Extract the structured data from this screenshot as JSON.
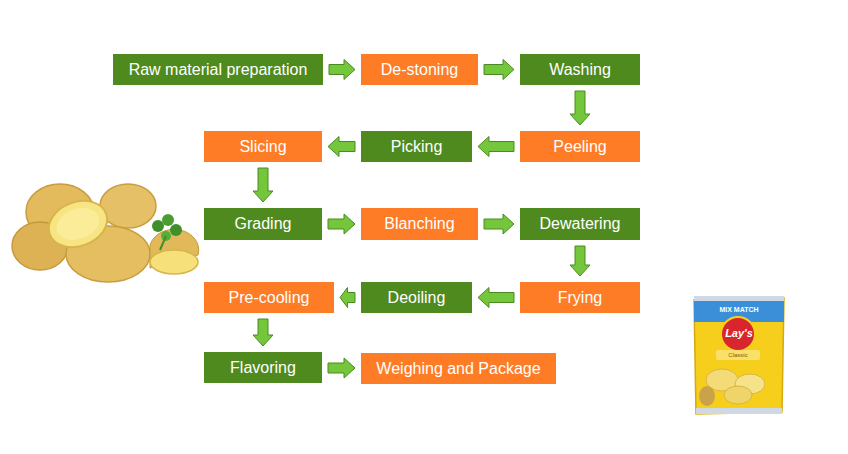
{
  "diagram": {
    "nodes": [
      {
        "text": [
          "Raw material preparation"
        ]
      },
      {
        "text": [
          "De-stoning"
        ]
      },
      {
        "text": [
          "Washing"
        ]
      },
      {
        "text": [
          "Slicing"
        ]
      },
      {
        "text": [
          "Picking"
        ]
      },
      {
        "text": [
          "Peeling"
        ]
      },
      {
        "text": [
          "Grading"
        ]
      },
      {
        "text": [
          "Blanching"
        ]
      },
      {
        "text": [
          "Dewatering"
        ]
      },
      {
        "text": [
          "Pre-cooling"
        ]
      },
      {
        "text": [
          "Deoiling"
        ]
      },
      {
        "text": [
          "Frying"
        ]
      },
      {
        "text": [
          "Flavoring"
        ]
      },
      {
        "text": [
          "Weighing and Package"
        ]
      }
    ],
    "edges": [
      {
        "from": 0,
        "to": 1,
        "arrow": "to"
      },
      {
        "from": 1,
        "to": 2,
        "arrow": "to"
      },
      {
        "from": 2,
        "to": 5,
        "arrow": "to"
      },
      {
        "from": 5,
        "to": 4,
        "arrow": "to"
      },
      {
        "from": 4,
        "to": 3,
        "arrow": "to"
      },
      {
        "from": 3,
        "to": 6,
        "arrow": "to"
      },
      {
        "from": 6,
        "to": 7,
        "arrow": "to"
      },
      {
        "from": 7,
        "to": 8,
        "arrow": "to"
      },
      {
        "from": 8,
        "to": 11,
        "arrow": "to"
      },
      {
        "from": 11,
        "to": 10,
        "arrow": "to"
      },
      {
        "from": 10,
        "to": 9,
        "arrow": "to"
      },
      {
        "from": 9,
        "to": 12,
        "arrow": "to"
      },
      {
        "from": 12,
        "to": 13,
        "arrow": "to"
      }
    ],
    "labels": [
      "MIX MATCH",
      "Lay's",
      "Classic"
    ]
  }
}
